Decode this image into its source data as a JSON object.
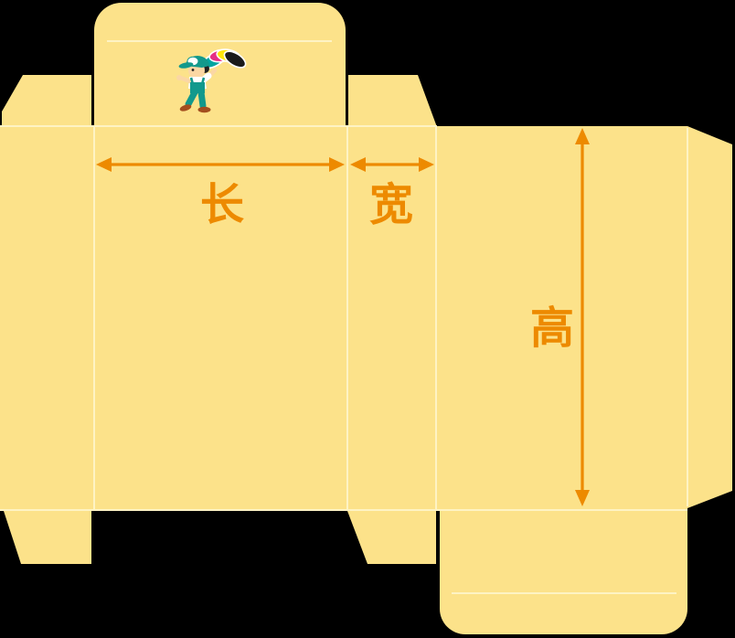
{
  "figure": {
    "type": "box-dieline-net",
    "description": "unfolded carton template with dimension arrows"
  },
  "labels": {
    "length": "长",
    "width": "宽",
    "height": "高"
  },
  "icons": {
    "length_arrow": "horizontal-double-arrow",
    "width_arrow": "horizontal-double-arrow",
    "height_arrow": "vertical-double-arrow",
    "illustration": "printer-boy-with-color-swatch-fan"
  },
  "theme": {
    "bg": "#000000",
    "panel": "#FCE28A",
    "fold_line": "#FEF3C4",
    "accent": "#ED8A00",
    "boy_teal": "#12998C",
    "boy_skin": "#FBD7A4",
    "boy_hair": "#222222",
    "boy_shoe": "#A34E1F",
    "swatch_teal": "#00A5A0",
    "swatch_magenta": "#E62E84",
    "swatch_yellow": "#FFE70A",
    "swatch_black": "#1B1B1B"
  }
}
